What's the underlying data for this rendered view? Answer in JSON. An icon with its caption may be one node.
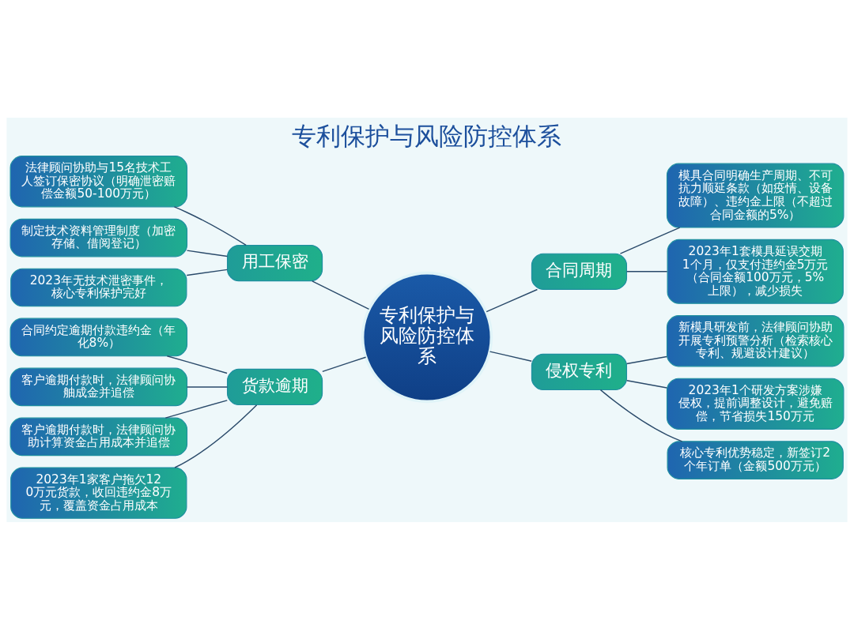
{
  "diagram": {
    "title": "专利保护与风险防控体系",
    "nodes": [
      {
        "text": [
          "专利保护与风险防控体系"
        ]
      },
      {
        "text": [
          "用工保密"
        ]
      },
      {
        "text": [
          "法律顾问协助与15名技术工人签订保密协议（明确泄密赔偿金额50-100万元）"
        ]
      },
      {
        "text": [
          "制定技术资料管理制度（加密存储、借阅登记）"
        ]
      },
      {
        "text": [
          "2023年无技术泄密事件，核心专利保护完好"
        ]
      },
      {
        "text": [
          "合同周期"
        ]
      },
      {
        "text": [
          "模具合同明确生产周期、不可抗力顺延条款（如疫情、设备故障）、违约金上限（不超过合同金额的5%）"
        ]
      },
      {
        "text": [
          "2023年1套模具延误交期1个月，仅支付违约金5万元（合同金额100万元，5%上限），减少损失"
        ]
      },
      {
        "text": [
          "货款逾期"
        ]
      },
      {
        "text": [
          "合同约定逾期付款违约金（年化8%）"
        ]
      },
      {
        "text": [
          "客户逾期付款时，法律顾问协舳成金并追偿"
        ]
      },
      {
        "text": [
          "客户逾期付款时，法律顾问协助计算资金占用成本并追偿"
        ]
      },
      {
        "text": [
          "2023年1家客户拖欠120万元货款，收回违约金8万元，覆盖资金占用成本"
        ]
      },
      {
        "text": [
          "侵权专利"
        ]
      },
      {
        "text": [
          "新模具研发前，法律顾问协助开展专利预警分析（检索核心专利、规避设计建议）"
        ]
      },
      {
        "text": [
          "2023年1个研发方案涉嫌侵权，提前调整设计，避免赔偿，节省损失150万元"
        ]
      },
      {
        "text": [
          "核心专利优势稳定，新签订2个年订单（金额500万元）"
        ]
      }
    ],
    "edges": [
      {
        "from": 0,
        "to": 1,
        "arrow": "none"
      },
      {
        "from": 1,
        "to": 2,
        "arrow": "none"
      },
      {
        "from": 1,
        "to": 3,
        "arrow": "none"
      },
      {
        "from": 1,
        "to": 4,
        "arrow": "none"
      },
      {
        "from": 0,
        "to": 5,
        "arrow": "none"
      },
      {
        "from": 5,
        "to": 6,
        "arrow": "none"
      },
      {
        "from": 5,
        "to": 7,
        "arrow": "none"
      },
      {
        "from": 0,
        "to": 8,
        "arrow": "none"
      },
      {
        "from": 8,
        "to": 9,
        "arrow": "none"
      },
      {
        "from": 8,
        "to": 10,
        "arrow": "none"
      },
      {
        "from": 8,
        "to": 11,
        "arrow": "none"
      },
      {
        "from": 8,
        "to": 12,
        "arrow": "none"
      },
      {
        "from": 0,
        "to": 13,
        "arrow": "none"
      },
      {
        "from": 13,
        "to": 14,
        "arrow": "none"
      },
      {
        "from": 13,
        "to": 15,
        "arrow": "none"
      },
      {
        "from": 13,
        "to": 16,
        "arrow": "none"
      }
    ]
  }
}
